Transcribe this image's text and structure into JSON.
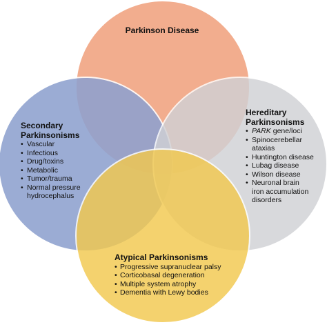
{
  "diagram": {
    "circles": [
      {
        "id": "parkinson",
        "color": "#f1a27f"
      },
      {
        "id": "secondary",
        "color": "#8ea1cf"
      },
      {
        "id": "hereditary",
        "color": "#d0d1d5"
      },
      {
        "id": "atypical",
        "color": "#f2c94f"
      }
    ],
    "outline_color": "#ffffff",
    "parkinson_disease": {
      "title": "Parkinson Disease"
    },
    "secondary": {
      "title_line1": "Secondary",
      "title_line2": "Parkinsonisms",
      "items": [
        "Vascular",
        "Infectious",
        "Drug/toxins",
        "Metabolic",
        "Tumor/trauma"
      ],
      "item_last_line1": "Normal pressure",
      "item_last_line2": "hydrocephalus"
    },
    "hereditary": {
      "title_line1": "Hereditary",
      "title_line2": "Parkinsonisms",
      "item0_italic": "PARK",
      "item0_rest": " gene/loci",
      "item1_line1": "Spinocerebellar",
      "item1_line2": "ataxias",
      "items": [
        "Huntington disease",
        "Lubag disease",
        "Wilson disease"
      ],
      "item_last_line1": "Neuronal brain",
      "item_last_line2": "iron accumulation",
      "item_last_line3": "disorders"
    },
    "atypical": {
      "title": "Atypical Parkinsonisms",
      "items": [
        "Progressive supranuclear palsy",
        "Corticobasal degeneration",
        "Multiple system atrophy",
        "Dementia with Lewy bodies"
      ]
    }
  }
}
